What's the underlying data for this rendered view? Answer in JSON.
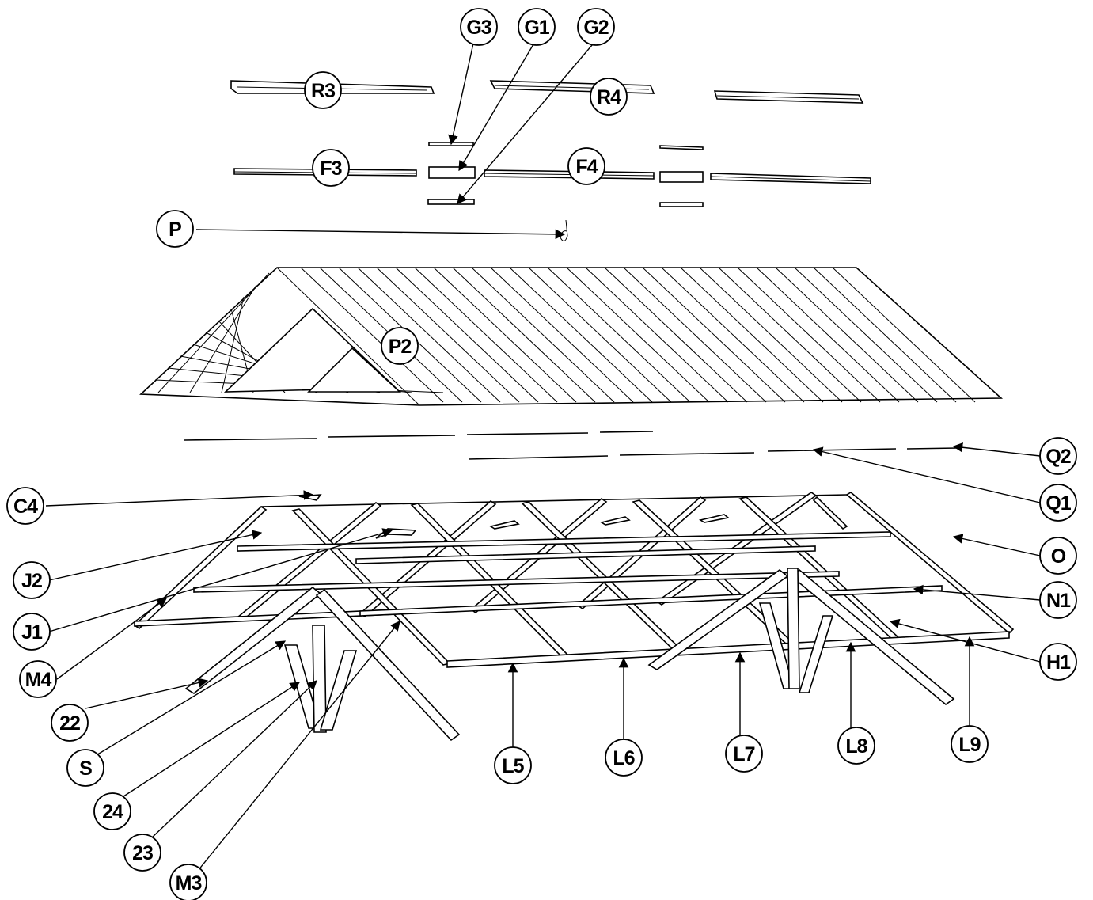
{
  "callouts": [
    {
      "id": "G3",
      "label": "G3"
    },
    {
      "id": "G1",
      "label": "G1"
    },
    {
      "id": "G2",
      "label": "G2"
    },
    {
      "id": "R3",
      "label": "R3"
    },
    {
      "id": "R4",
      "label": "R4"
    },
    {
      "id": "F3",
      "label": "F3"
    },
    {
      "id": "F4",
      "label": "F4"
    },
    {
      "id": "P",
      "label": "P"
    },
    {
      "id": "P2",
      "label": "P2"
    },
    {
      "id": "Q2",
      "label": "Q2"
    },
    {
      "id": "Q1",
      "label": "Q1"
    },
    {
      "id": "C4",
      "label": "C4"
    },
    {
      "id": "O",
      "label": "O"
    },
    {
      "id": "J2",
      "label": "J2"
    },
    {
      "id": "N1",
      "label": "N1"
    },
    {
      "id": "J1",
      "label": "J1"
    },
    {
      "id": "H1",
      "label": "H1"
    },
    {
      "id": "M4",
      "label": "M4"
    },
    {
      "id": "L5",
      "label": "L5"
    },
    {
      "id": "L6",
      "label": "L6"
    },
    {
      "id": "L7",
      "label": "L7"
    },
    {
      "id": "L8",
      "label": "L8"
    },
    {
      "id": "L9",
      "label": "L9"
    },
    {
      "id": "22",
      "label": "22"
    },
    {
      "id": "S",
      "label": "S"
    },
    {
      "id": "24",
      "label": "24"
    },
    {
      "id": "23",
      "label": "23"
    },
    {
      "id": "M3",
      "label": "M3"
    }
  ]
}
